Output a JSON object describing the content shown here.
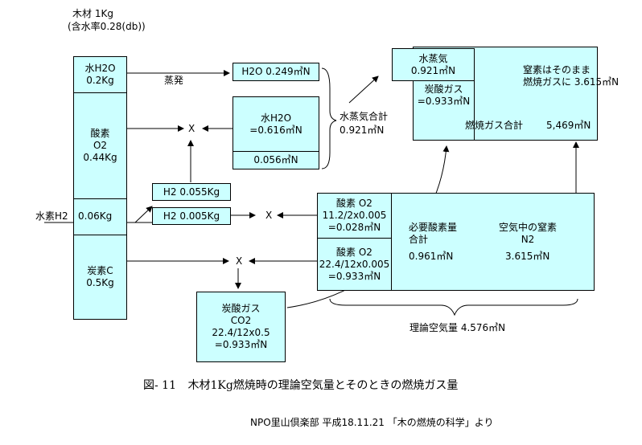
{
  "header": {
    "wood": "木材 1Kg",
    "moisture": "(含水率0.28(db))"
  },
  "wood_column": {
    "water": "水H2O\n0.2Kg",
    "oxygen": "酸素\nO2\n0.44Kg",
    "hydrogen_label": "水素H2",
    "hydrogen_value": "0.06Kg",
    "carbon": "炭素C\n0.5Kg"
  },
  "evaporation_label": "蒸発",
  "h2o_evap": "H2O 0.249㎥N",
  "water_formed": "水H2O\n=0.616㎥N",
  "water_formed_sub": "0.056㎥N",
  "vapor_total_label": "水蒸気合計",
  "vapor_total_value": "0.921㎥N",
  "h2_split_a": "H2 0.055Kg",
  "h2_split_b": "H2 0.005Kg",
  "x_mark": "X",
  "co2_box": "炭酸ガス\nCO2\n22.4/12x0.5\n=0.933㎥N",
  "oxygen_box": {
    "o2_a": "酸素 O2\n11.2/2x0.005\n=0.028㎥N",
    "o2_b": "酸素 O2\n22.4/12x0.005\n=0.933㎥N",
    "required_label": "必要酸素量\n合計",
    "required_value": "0.961㎥N",
    "nitrogen_label": "空気中の窒素\nN2",
    "nitrogen_value": "3.615㎥N"
  },
  "theoretical_air": "理論空気量 4.576㎥N",
  "flue_gas": {
    "vapor": "水蒸気\n0.921㎥N",
    "co2": "炭酸ガス\n=0.933㎥N",
    "nitrogen": "窒素はそのまま\n燃焼ガスに 3.615㎥N",
    "total_label": "燃焼ガス合計",
    "total_value": "5,469㎥N"
  },
  "caption": {
    "fig": "図- 11",
    "title": "木材1Kg燃焼時の理論空気量とそのときの燃焼ガス量"
  },
  "source": "NPO里山倶楽部 平成18.11.21 「木の燃焼の科学」より"
}
